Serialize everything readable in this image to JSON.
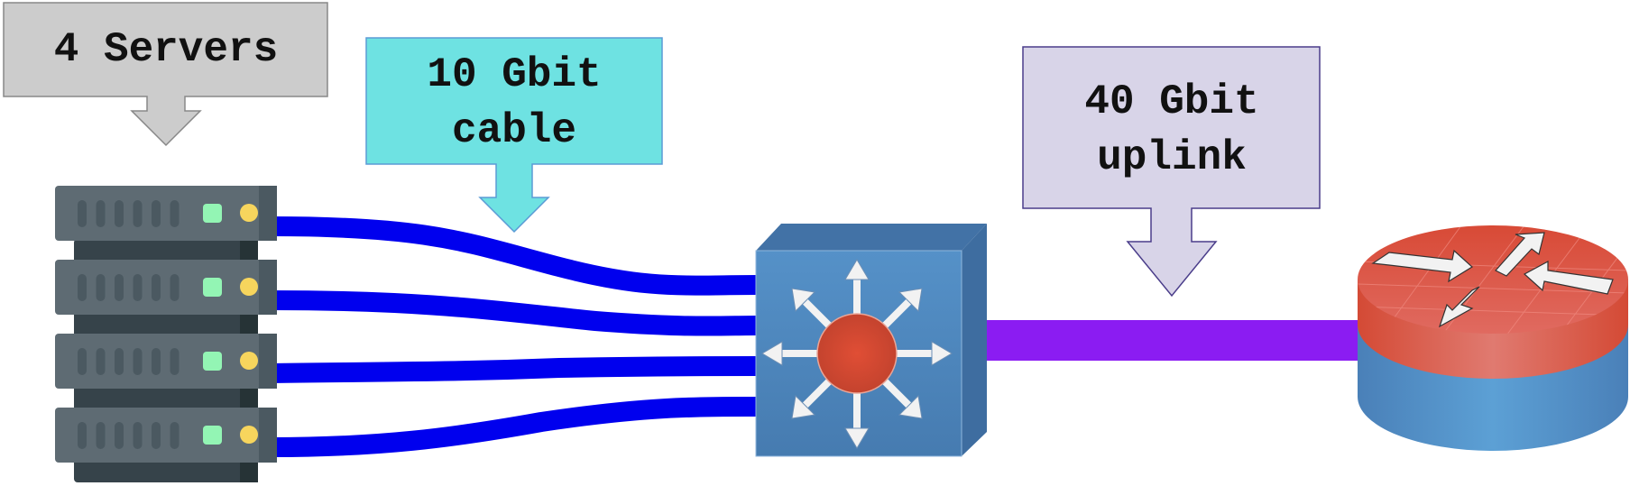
{
  "title": "Server to router network topology",
  "callouts": {
    "servers": {
      "text": "4 Servers",
      "color": "#cccccc",
      "border": "#888888"
    },
    "cable": {
      "text": "10 Gbit\ncable",
      "color": "#6ee2e2",
      "border": "#5b9bd5"
    },
    "uplink": {
      "text": "40 Gbit\nuplink",
      "color": "#d8d4e8",
      "border": "#4a3d8a"
    }
  },
  "nodes": {
    "servers": {
      "count": 4,
      "icon": "server-rack-icon"
    },
    "switch": {
      "icon": "layer3-switch-icon"
    },
    "router": {
      "icon": "router-icon"
    }
  },
  "links": {
    "server_cable_color": "#0000ee",
    "uplink_color": "#8b1cf2",
    "server_cables": [
      {
        "from": "server-1",
        "to": "switch"
      },
      {
        "from": "server-2",
        "to": "switch"
      },
      {
        "from": "server-3",
        "to": "switch"
      },
      {
        "from": "server-4",
        "to": "switch"
      }
    ],
    "uplink": {
      "from": "switch",
      "to": "router"
    }
  },
  "colors": {
    "server_body": "#5e6b73",
    "server_dark": "#36434a",
    "led_green": "#93f5b4",
    "led_yellow": "#f7d55d",
    "switch_blue": "#4f86bd",
    "switch_core": "#d44a32",
    "router_top": "#d94c3a",
    "router_base": "#4d87c0"
  }
}
